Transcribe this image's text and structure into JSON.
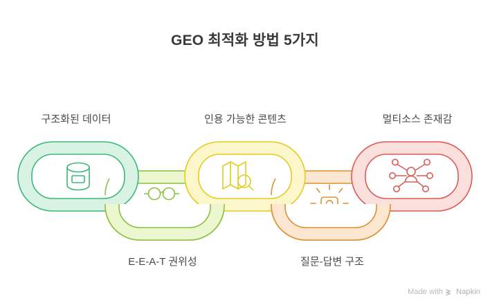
{
  "title": "GEO 최적화 방법 5가지",
  "background_color": "#ffffff",
  "title_color": "#3a3a3a",
  "label_color": "#4a4a4a",
  "footer": {
    "made_with": "Made with",
    "brand": "Napkin",
    "logo_icon": "napkin-chevrons-icon",
    "color": "#b8b8b8"
  },
  "chain": {
    "links": [
      {
        "index": 1,
        "label": "구조화된 데이터",
        "label_position": "top",
        "icon": "database-cylinder-icon",
        "stroke": "#3cb878",
        "fill": "#d8f3e4",
        "inner_fill": "#ffffff",
        "row": "upper"
      },
      {
        "index": 2,
        "label": "E-E-A-T 권위성",
        "label_position": "bottom",
        "icon": "glasses-document-icon",
        "stroke": "#8cbf3f",
        "fill": "#edf7cf",
        "inner_fill": "#ffffff",
        "row": "lower"
      },
      {
        "index": 3,
        "label": "인용 가능한 콘텐츠",
        "label_position": "top",
        "icon": "map-search-icon",
        "stroke": "#e3cc1d",
        "fill": "#fcf6cb",
        "inner_fill": "#ffffff",
        "row": "upper"
      },
      {
        "index": 4,
        "label": "질문-답변 구조",
        "label_position": "bottom",
        "icon": "question-box-rays-icon",
        "stroke": "#dd8f33",
        "fill": "#fbe6cf",
        "inner_fill": "#ffffff",
        "row": "lower"
      },
      {
        "index": 5,
        "label": "멀티소스 존재감",
        "label_position": "top",
        "icon": "network-person-nodes-icon",
        "stroke": "#dd5a55",
        "fill": "#fadfdd",
        "inner_fill": "#ffffff",
        "row": "upper"
      }
    ]
  }
}
